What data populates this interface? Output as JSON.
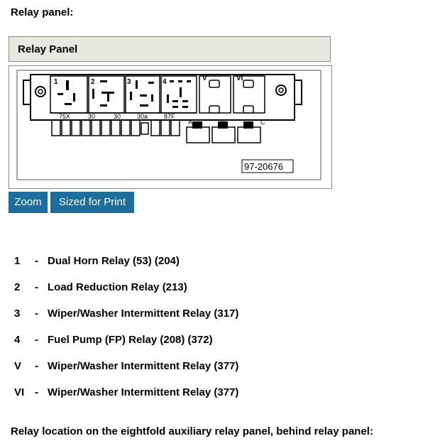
{
  "page": {
    "heading": "Relay panel:",
    "panel_title": "Relay Panel",
    "bottom_heading": "Relay location on the eightfold auxiliary relay panel, behind relay panel:"
  },
  "figure": {
    "id_label": "97-20676",
    "slot_labels": [
      "1",
      "2",
      "3",
      "4",
      "V",
      "VI"
    ],
    "bottom_labels": [
      "75X",
      "30",
      "30",
      "30a",
      "87F"
    ],
    "connector_labels": [
      "A",
      "B",
      "C"
    ]
  },
  "buttons": {
    "zoom": "Zoom",
    "print": "Sized for Print"
  },
  "legend": [
    {
      "num": "1",
      "sep": "-",
      "desc": "Dual Horn Relay (53) (204)"
    },
    {
      "num": "2",
      "sep": "-",
      "desc": "Load Reduction Relay (213)"
    },
    {
      "num": "3",
      "sep": "-",
      "desc": "Wiper/Washer Intermittent Relay (317)"
    },
    {
      "num": "4",
      "sep": "-",
      "desc": "Fuel Pump (FP) Relay (208) (372)"
    },
    {
      "num": "V",
      "sep": "-",
      "desc": "Wiper/Washer Intermittent Relay (377)"
    },
    {
      "num": "VI",
      "sep": "-",
      "desc": "Wiper/Washer Intermittent Relay (377)"
    }
  ]
}
